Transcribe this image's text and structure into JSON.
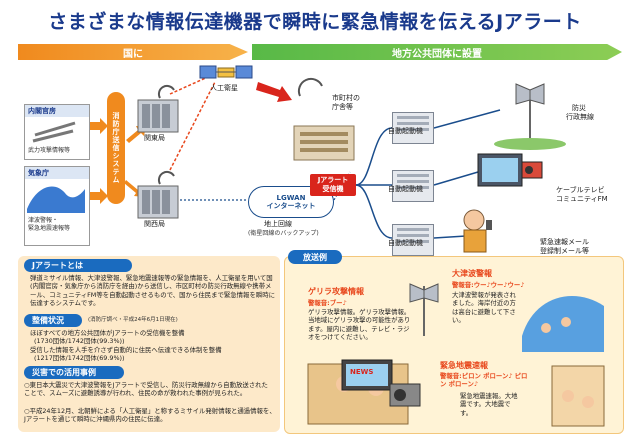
{
  "title": "さまざまな情報伝達機器で瞬時に緊急情報を伝えるJアラート",
  "bands": {
    "national": "国に",
    "local": "地方公共団体に設置"
  },
  "sources": [
    {
      "head": "内閣官房",
      "label": "武力攻撃情報等"
    },
    {
      "head": "気象庁",
      "label1": "津波警報・",
      "label2": "緊急地震速報等"
    }
  ],
  "fire_system": "消防庁送信システム",
  "stations": {
    "kanto": "関東局",
    "kansai": "関西局"
  },
  "satellite": "人工衛星",
  "lgwan": {
    "line1": "LGWAN",
    "line2": "インターネット"
  },
  "ground_line": {
    "line1": "地上回線",
    "line2": "(衛星回線のバックアップ)"
  },
  "office": {
    "line1": "市町村の",
    "line2": "庁舎等"
  },
  "receiver": {
    "line1": "Jアラート",
    "line2": "受信機"
  },
  "starters": [
    "自動起動機",
    "自動起動機",
    "自動起動機"
  ],
  "outputs": [
    {
      "line1": "防災",
      "line2": "行政無線"
    },
    {
      "line1": "ケーブルテレビ",
      "line2": "コミュニティFM"
    },
    {
      "line1": "緊急速報メール",
      "line2": "登録制メール等"
    }
  ],
  "left_panel": {
    "about_head": "Jアラートとは",
    "about_text": "弾道ミサイル情報、大津波警報、緊急地震速報等の緊急情報を、人工衛星を用いて国(内閣官房・気象庁から消防庁を経由)から送信し、市区町村の防災行政無線や携帯メール、コミュニティFM等を自動起動させるもので、国から住民まで緊急情報を瞬時に伝達するシステムです。",
    "status_head": "整備状況",
    "status_note": "(消防庁調べ・平成24年6月1日現在)",
    "status_1": "ほぼすべての地方公共団体がJアラートの受信機を整備",
    "status_1n": "(1730団体/1742団体(99.3%))",
    "status_2": "受信した情報を人手を介さず自動的に住民へ伝達できる体制を整備",
    "status_2n": "(1217団体/1742団体(69.9%))",
    "cases_head": "災害での活用事例",
    "case_1": "○東日本大震災で大津波警報をJアラートで受信し、防災行政無線から自動放送された ことで、スムーズに避難誘導が行われ、住民の命が救われた事例が見られた。",
    "case_2": "○平成24年12月、北朝鮮による「人工衛星」と称するミサイル発射情報と通過情報を、Jアラートを通じて瞬時に沖縄県内の住民に伝達。"
  },
  "right_panel": {
    "head": "放送例",
    "guerrilla": {
      "title": "ゲリラ攻撃情報",
      "sound": "警報音:ブー♪",
      "text": "ゲリラ攻撃情報。ゲリラ攻撃情報。当地域にゲリラ攻撃の可能性があります。屋内に避難し、テレビ・ラジオをつけてください。"
    },
    "tsunami": {
      "title": "大津波警報",
      "sound": "警報音:ウー♪ウー♪ウー♪",
      "text": "大津波警報が発表されました。海岸付近の方は高台に避難して下さい。"
    },
    "quake": {
      "title": "緊急地震速報",
      "sound": "警報音:ピロン ポローン♪ ピロン ポローン♪",
      "text": "緊急地震速報。大地震です。大地震です。"
    },
    "news": "NEWS"
  }
}
